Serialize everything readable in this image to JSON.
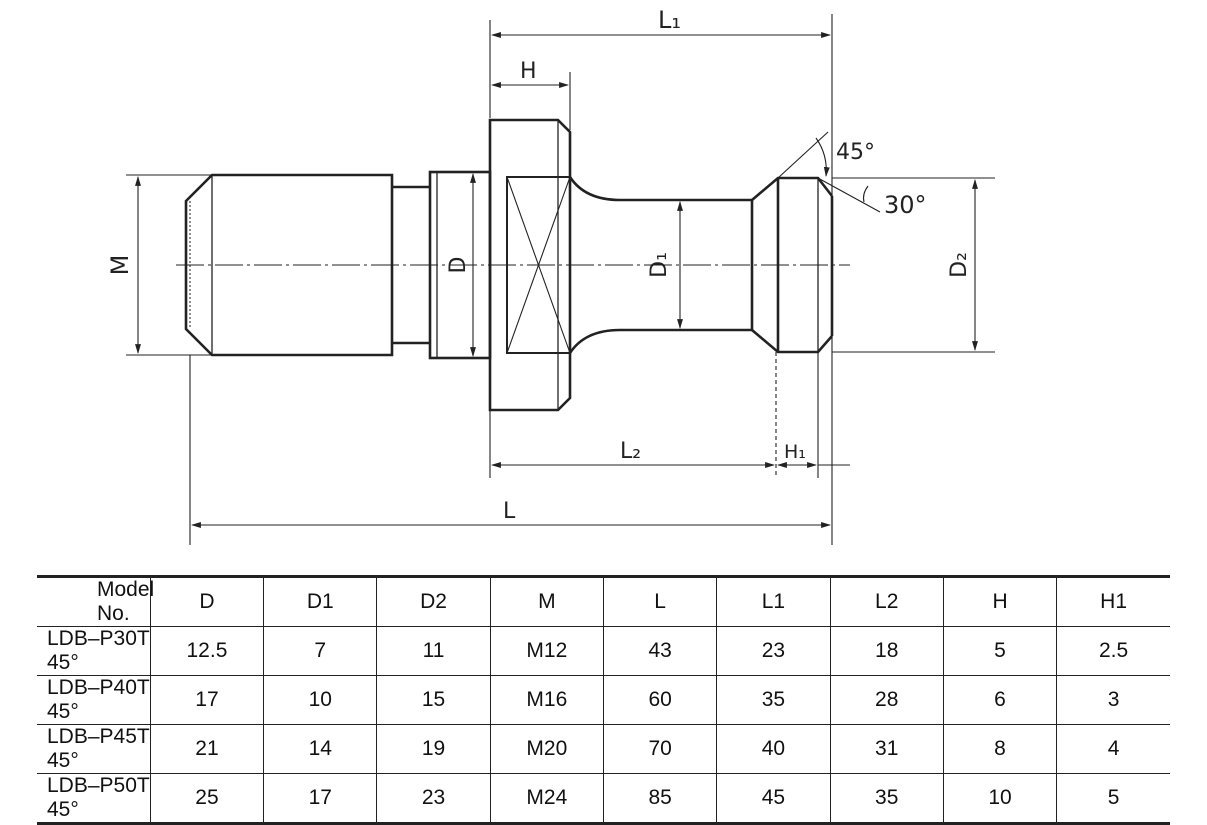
{
  "drawing": {
    "labels": {
      "L1": "L₁",
      "H": "H",
      "angle45": "45°",
      "angle30": "30°",
      "M": "M",
      "D": "D",
      "D1": "D₁",
      "D2": "D₂",
      "L2": "L₂",
      "H1": "H₁",
      "L": "L"
    }
  },
  "table": {
    "headers": [
      "Model No.",
      "D",
      "D1",
      "D2",
      "M",
      "L",
      "L1",
      "L2",
      "H",
      "H1"
    ],
    "rows": [
      [
        "LDB–P30T 45°",
        "12.5",
        "7",
        "11",
        "M12",
        "43",
        "23",
        "18",
        "5",
        "2.5"
      ],
      [
        "LDB–P40T 45°",
        "17",
        "10",
        "15",
        "M16",
        "60",
        "35",
        "28",
        "6",
        "3"
      ],
      [
        "LDB–P45T 45°",
        "21",
        "14",
        "19",
        "M20",
        "70",
        "40",
        "31",
        "8",
        "4"
      ],
      [
        "LDB–P50T 45°",
        "25",
        "17",
        "23",
        "M24",
        "85",
        "45",
        "35",
        "10",
        "5"
      ]
    ]
  }
}
